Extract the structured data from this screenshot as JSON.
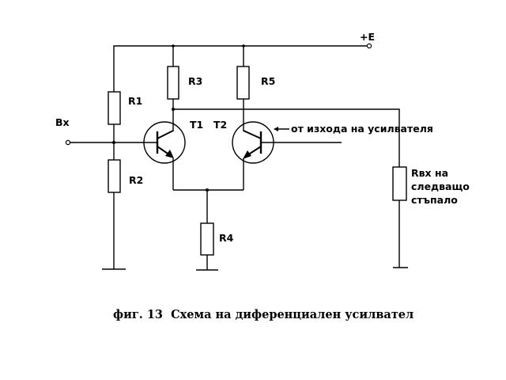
{
  "diagram": {
    "type": "circuit-schematic",
    "title": "Схема на диференциален усилвател",
    "caption": "фиг. 13  Схема на диференциален усилвател",
    "labels": {
      "supply": "+E",
      "input": "Вх",
      "r1": "R1",
      "r2": "R2",
      "r3": "R3",
      "r4": "R4",
      "r5": "R5",
      "t1": "T1",
      "t2": "T2",
      "feedback_note": "от изхода на усилвателя",
      "load_line1": "Rвх на",
      "load_line2": "следващо",
      "load_line3": "стъпало"
    },
    "components": [
      {
        "id": "R1",
        "kind": "resistor"
      },
      {
        "id": "R2",
        "kind": "resistor"
      },
      {
        "id": "R3",
        "kind": "resistor"
      },
      {
        "id": "R4",
        "kind": "resistor"
      },
      {
        "id": "R5",
        "kind": "resistor"
      },
      {
        "id": "Rвх",
        "kind": "resistor",
        "note": "Rвх на следващо стъпало"
      },
      {
        "id": "T1",
        "kind": "npn-transistor"
      },
      {
        "id": "T2",
        "kind": "npn-transistor"
      }
    ],
    "colors": {
      "line": "#000000",
      "background": "#ffffff"
    }
  }
}
